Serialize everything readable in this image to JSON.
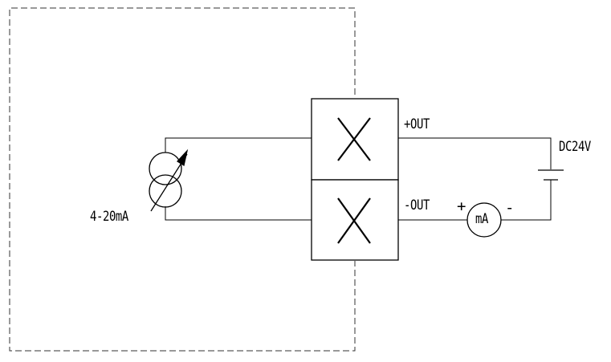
{
  "labels": {
    "plus_out": "+OUT",
    "minus_out": "-OUT",
    "supply": "DC24V",
    "current_range": "4-20mA",
    "meter": "mA",
    "meter_plus": "+",
    "meter_minus": "-"
  },
  "colors": {
    "line": "#000000",
    "background": "#ffffff"
  }
}
